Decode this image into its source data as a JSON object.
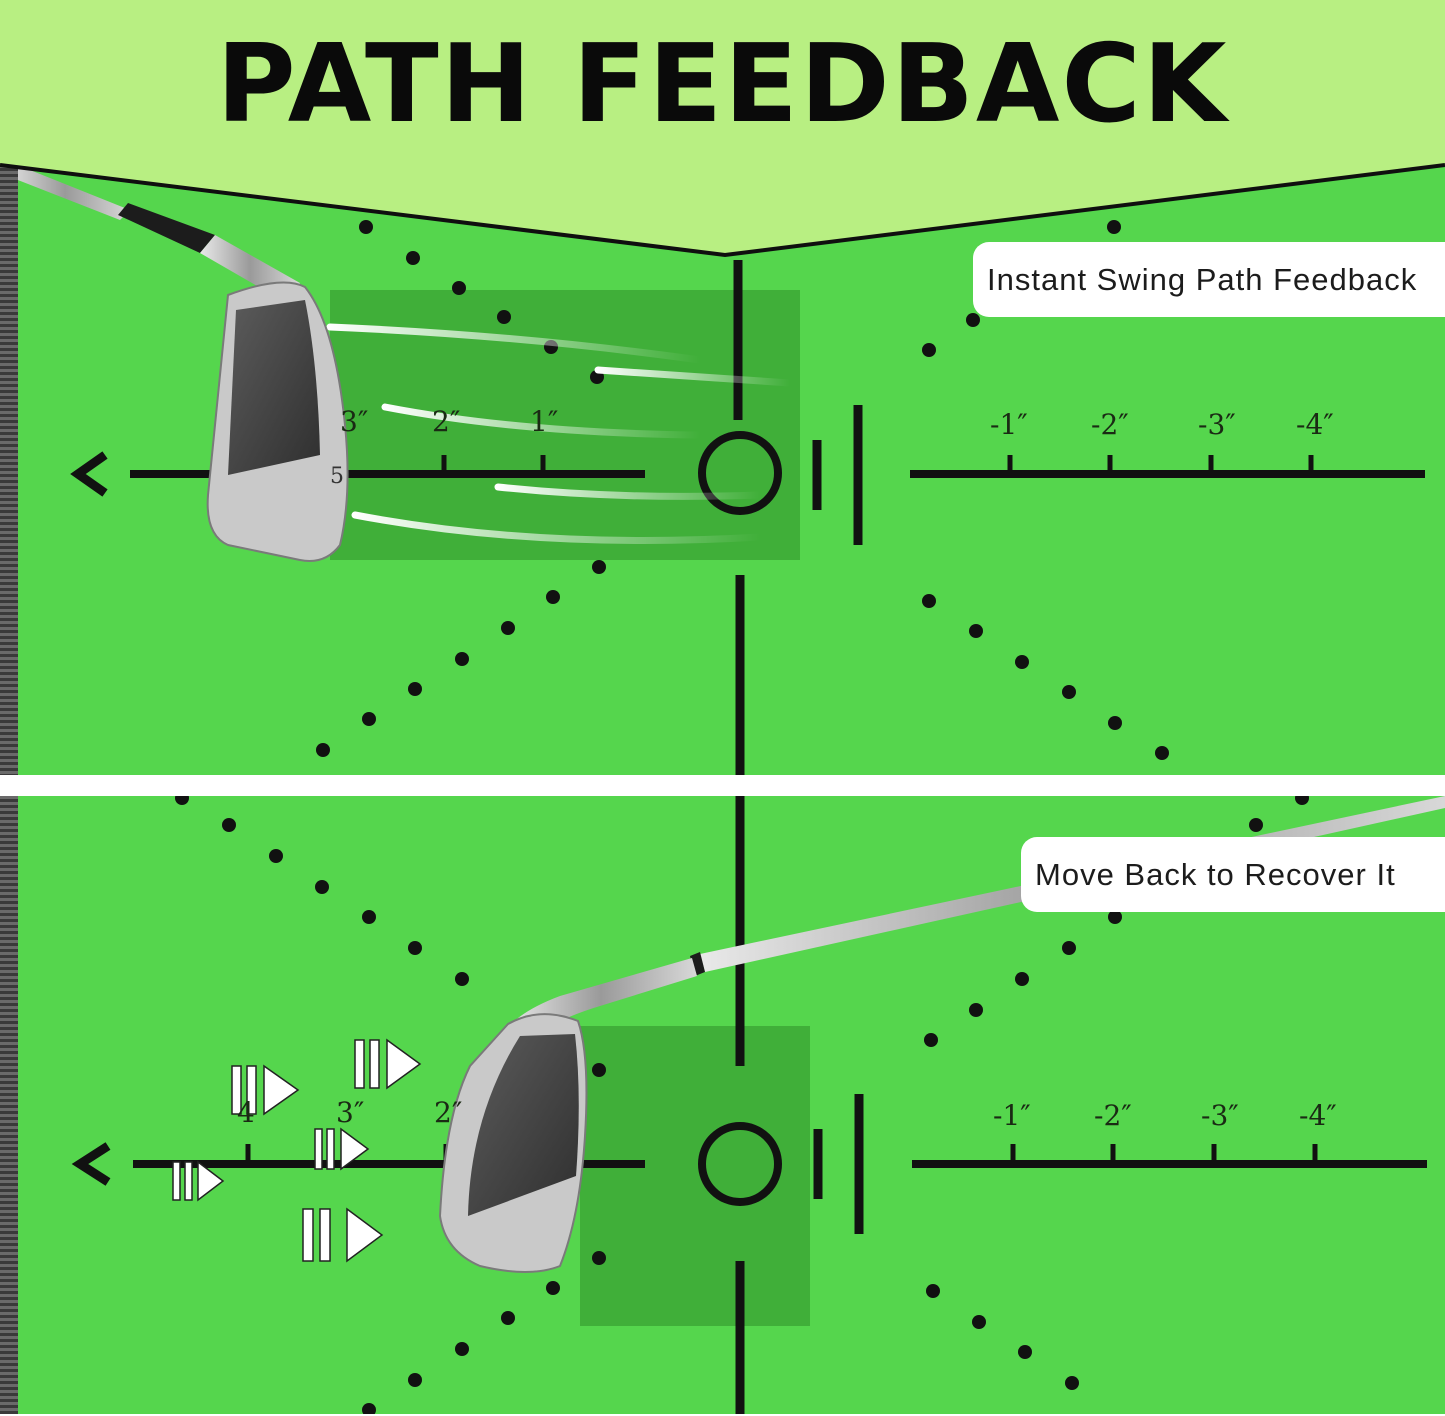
{
  "header": {
    "title": "PATH FEEDBACK"
  },
  "callouts": {
    "top": "Instant Swing Path Feedback",
    "bottom": "Move Back to Recover It"
  },
  "top_panel": {
    "right_ticks": [
      "-1″",
      "-2″",
      "-3″",
      "-4″"
    ],
    "left_ticks": [
      "3″",
      "2″",
      "1″"
    ]
  },
  "bottom_panel": {
    "right_ticks": [
      "-1″",
      "-2″",
      "-3″",
      "-4″"
    ],
    "left_ticks": [
      "4",
      "3″",
      "2″"
    ]
  },
  "club_number": "5",
  "colors": {
    "header_bg": "#b8ef82",
    "mat_green": "#55d64d",
    "callout_bg": "#ffffff",
    "ink": "#111111"
  }
}
